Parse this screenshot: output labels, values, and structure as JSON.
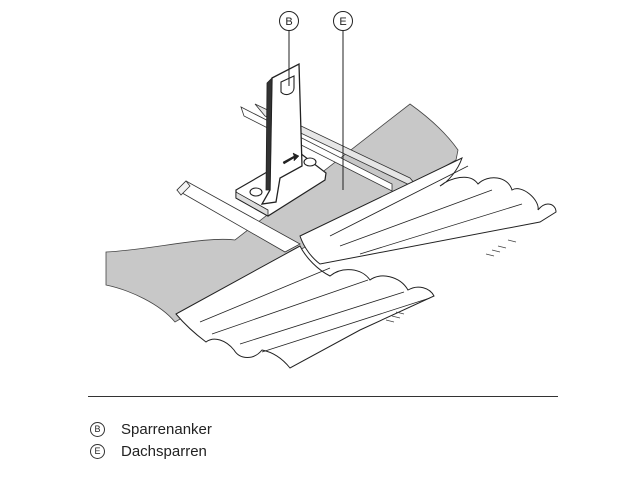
{
  "callouts": {
    "b": "B",
    "e": "E"
  },
  "legend": [
    {
      "marker": "B",
      "label": "Sparrenanker"
    },
    {
      "marker": "E",
      "label": "Dachsparren"
    }
  ],
  "colors": {
    "underlay": "#c8c8c8",
    "outline": "#333333",
    "tile": "#ffffff",
    "anchor": "#ffffff"
  }
}
